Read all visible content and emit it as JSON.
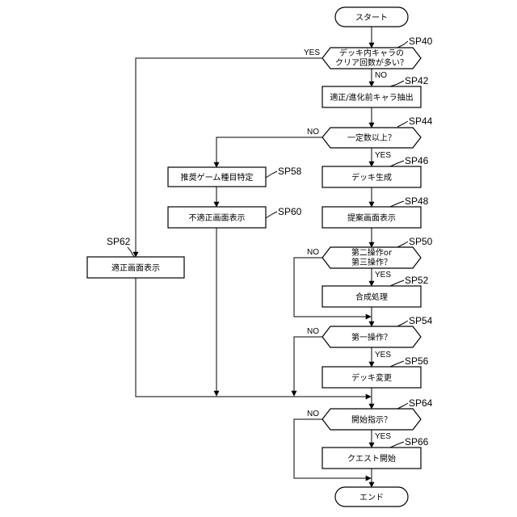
{
  "nodes": {
    "start": "スタート",
    "sp40_line1": "デッキ内キャラの",
    "sp40_line2": "クリア回数が多い？",
    "sp42": "適正/進化前キャラ抽出",
    "sp44": "一定数以上？",
    "sp46": "デッキ生成",
    "sp48": "提案画面表示",
    "sp50_line1": "第二操作or",
    "sp50_line2": "第三操作？",
    "sp52": "合成処理",
    "sp54": "第一操作？",
    "sp56": "デッキ変更",
    "sp58": "推奨ゲーム種目特定",
    "sp60": "不適正画面表示",
    "sp62": "適正画面表示",
    "sp64": "開始指示？",
    "sp66": "クエスト開始",
    "end": "エンド"
  },
  "steps": {
    "sp40": "SP40",
    "sp42": "SP42",
    "sp44": "SP44",
    "sp46": "SP46",
    "sp48": "SP48",
    "sp50": "SP50",
    "sp52": "SP52",
    "sp54": "SP54",
    "sp56": "SP56",
    "sp58": "SP58",
    "sp60": "SP60",
    "sp62": "SP62",
    "sp64": "SP64",
    "sp66": "SP66"
  },
  "branches": {
    "sp40_yes": "YES",
    "sp40_no": "NO",
    "sp44_no": "NO",
    "sp44_yes": "YES",
    "sp50_no": "NO",
    "sp50_yes": "YES",
    "sp54_no": "NO",
    "sp54_yes": "YES",
    "sp64_no": "NO",
    "sp64_yes": "YES"
  }
}
